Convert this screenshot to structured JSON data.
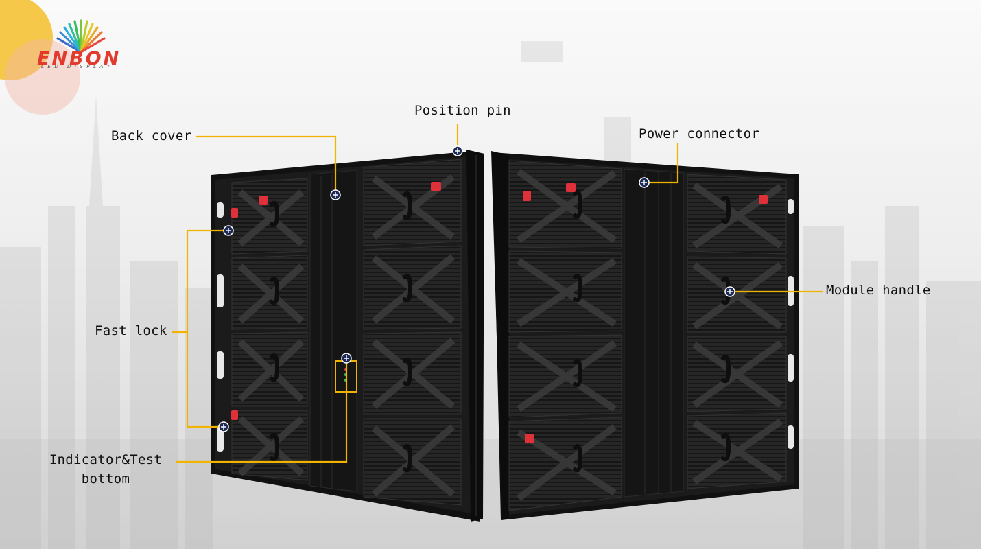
{
  "brand": {
    "name": "ENBON",
    "tagline": "LED DISPLAY",
    "accent_color": "#f5c84a",
    "brand_color": "#e23a2e"
  },
  "callouts": {
    "position_pin": "Position pin",
    "back_cover": "Back cover",
    "power_connector": "Power connector",
    "fast_lock": "Fast lock",
    "module_handle": "Module handle",
    "indicator_line1": "Indicator&Test",
    "indicator_line2": "bottom"
  },
  "colors": {
    "leader_line": "#f2b300",
    "cabinet": "#1c1c1c",
    "handle_red": "#e0303a"
  }
}
